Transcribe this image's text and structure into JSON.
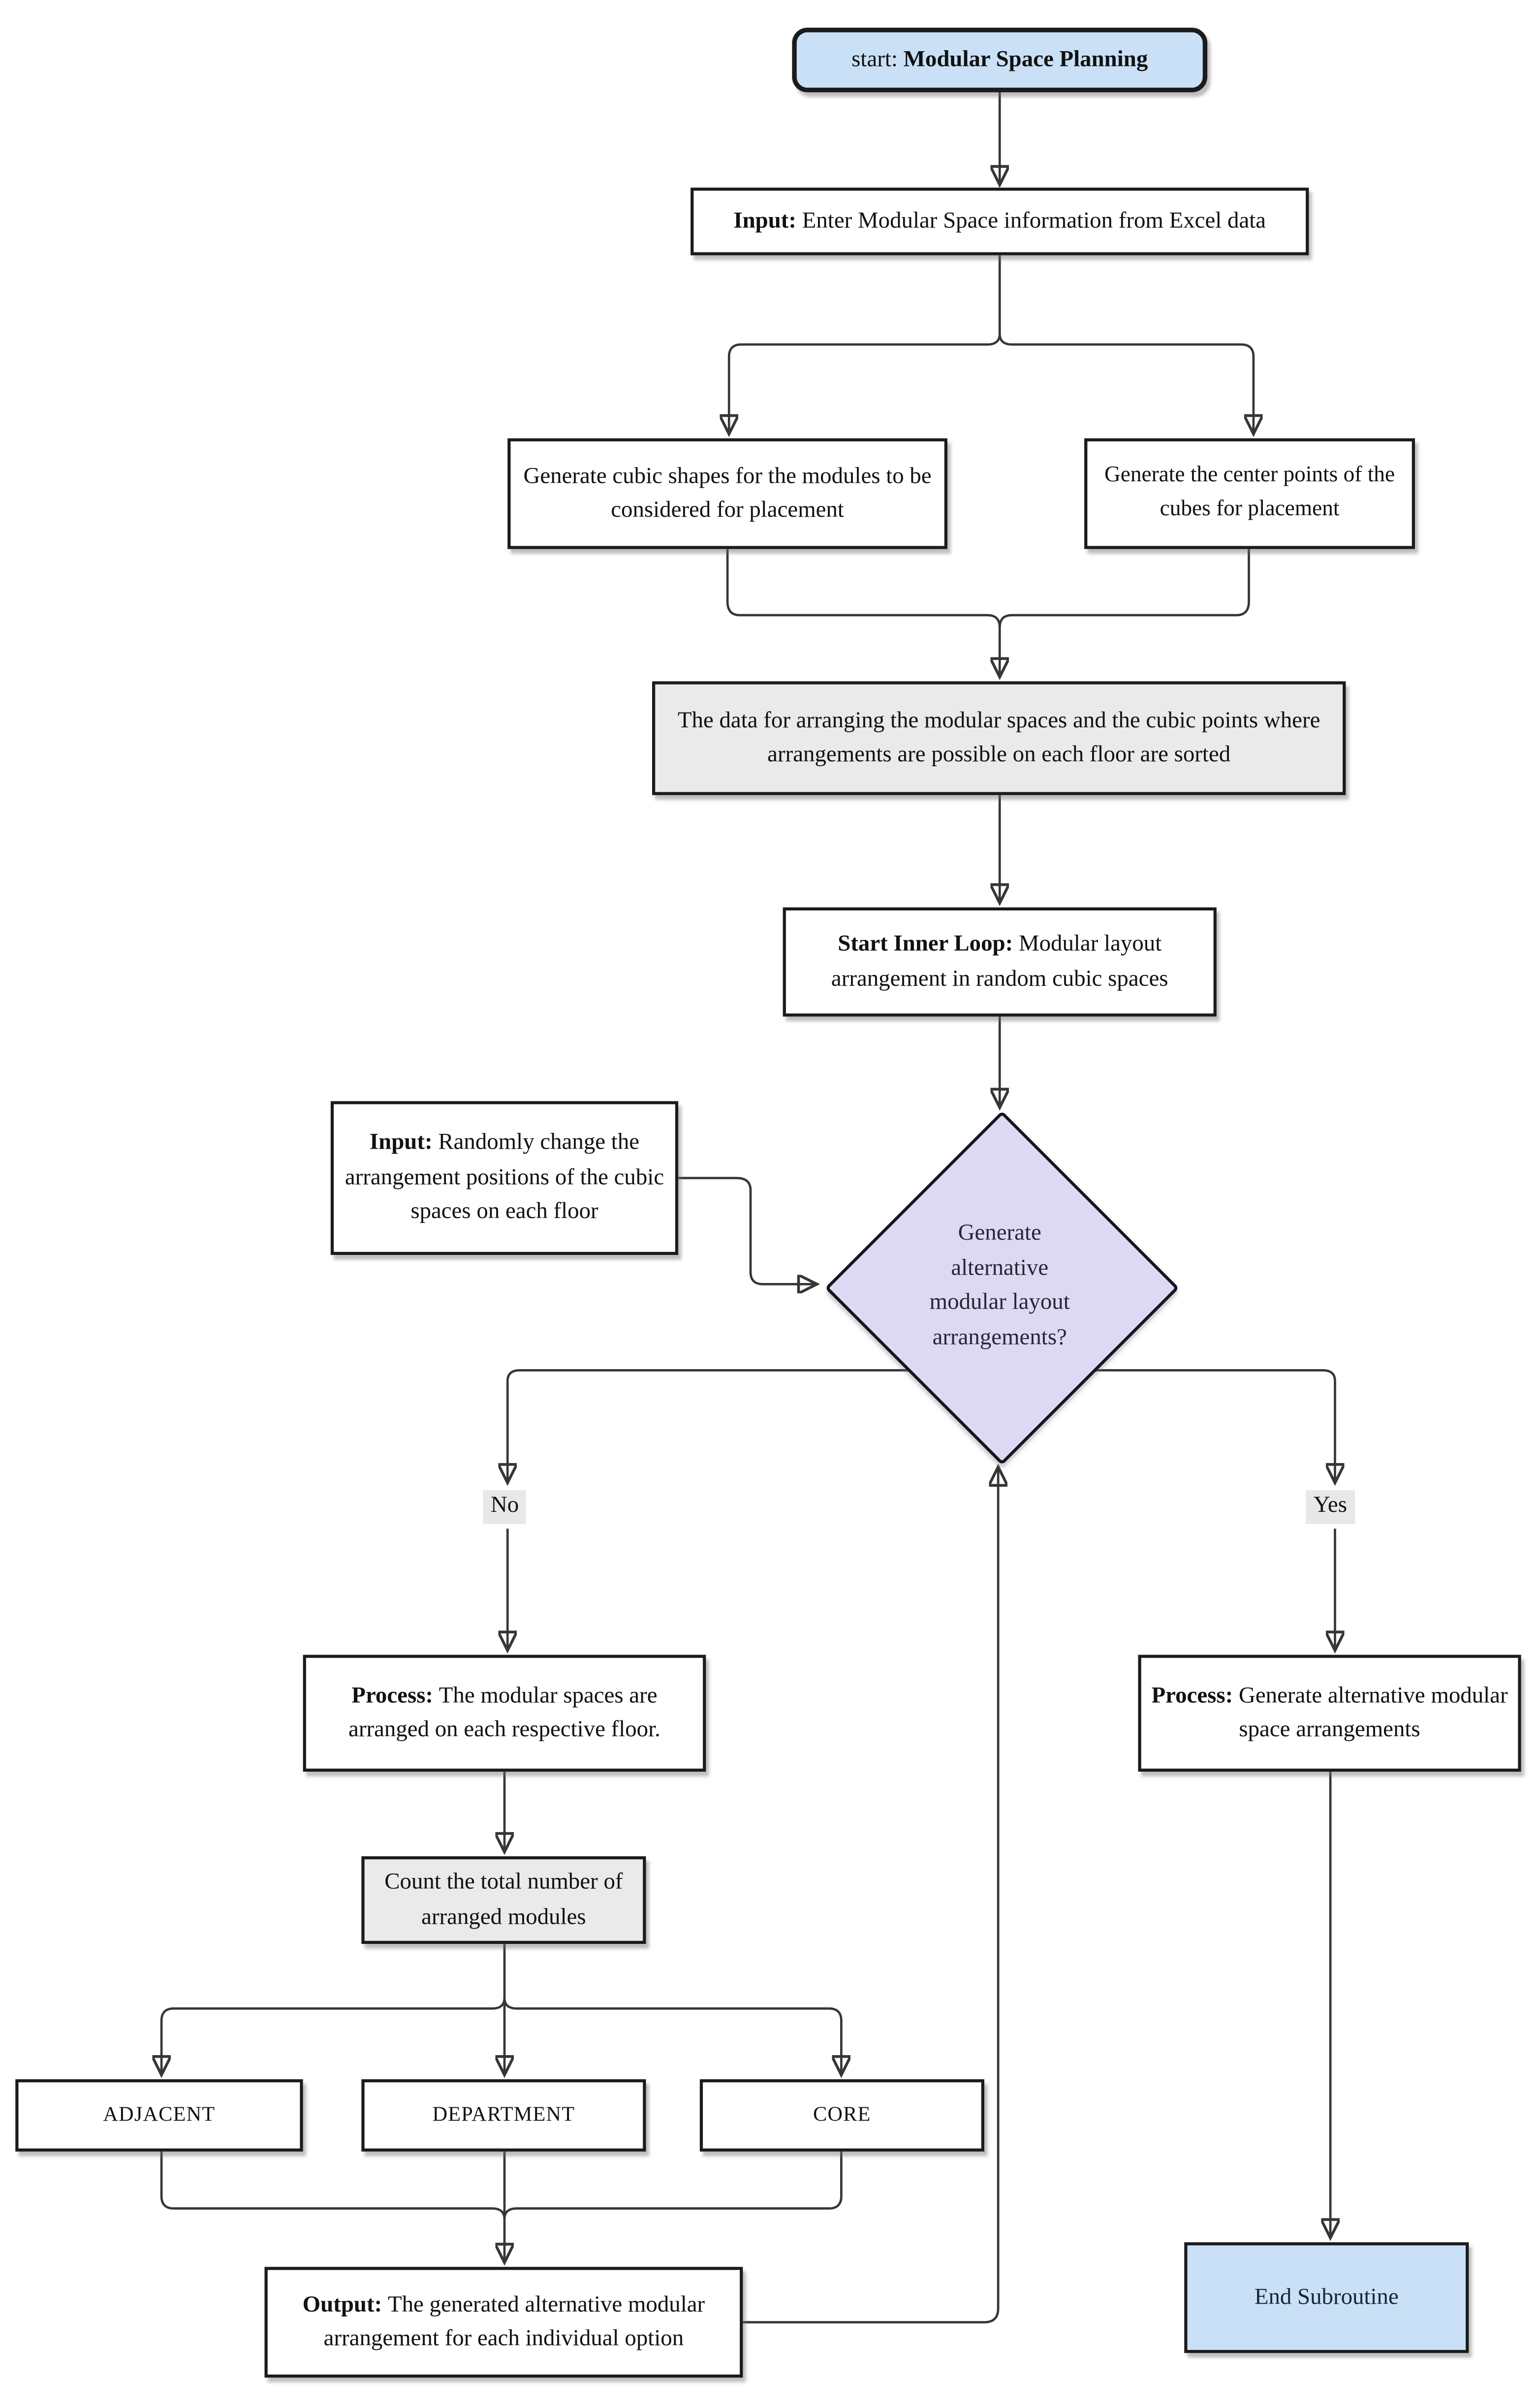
{
  "diagram": {
    "nodes": {
      "start": {
        "prefix": "start:",
        "title": "Modular Space Planning"
      },
      "input_excel": {
        "prefix": "Input:",
        "text": "Enter Modular Space information from Excel data"
      },
      "gen_shapes": {
        "text": "Generate cubic shapes for the modules to be considered for placement"
      },
      "gen_points": {
        "text": "Generate the center points of the cubes for placement"
      },
      "sort_data": {
        "text": "The data for arranging the modular spaces and the cubic points where arrangements are possible on each floor are sorted"
      },
      "inner_loop": {
        "prefix": "Start Inner Loop:",
        "text": "Modular layout arrangement in random cubic spaces"
      },
      "input_random": {
        "prefix": "Input:",
        "text": "Randomly change the arrangement positions of the cubic spaces on each floor"
      },
      "decision": {
        "text": "Generate alternative modular layout arrangements?"
      },
      "process_no": {
        "prefix": "Process:",
        "text": "The modular spaces are arranged on each respective floor."
      },
      "process_yes": {
        "prefix": "Process:",
        "text": "Generate alternative modular space arrangements"
      },
      "count": {
        "text": "Count the total number of arranged modules"
      },
      "adjacent": {
        "text": "ADJACENT"
      },
      "department": {
        "text": "DEPARTMENT"
      },
      "core": {
        "text": "CORE"
      },
      "output": {
        "prefix": "Output:",
        "text": "The generated alternative modular arrangement for each individual option"
      },
      "end": {
        "text": "End Subroutine"
      }
    },
    "edge_labels": {
      "no": "No",
      "yes": "Yes"
    },
    "colors": {
      "start_end_fill": "#c9e0f7",
      "decision_fill": "#ded9f3",
      "neutral_step_fill": "#eaeaea",
      "process_fill": "#ffffff",
      "border": "#1b1b1b",
      "line": "#363636",
      "edge_label_chip": "#e8e8e8"
    }
  }
}
